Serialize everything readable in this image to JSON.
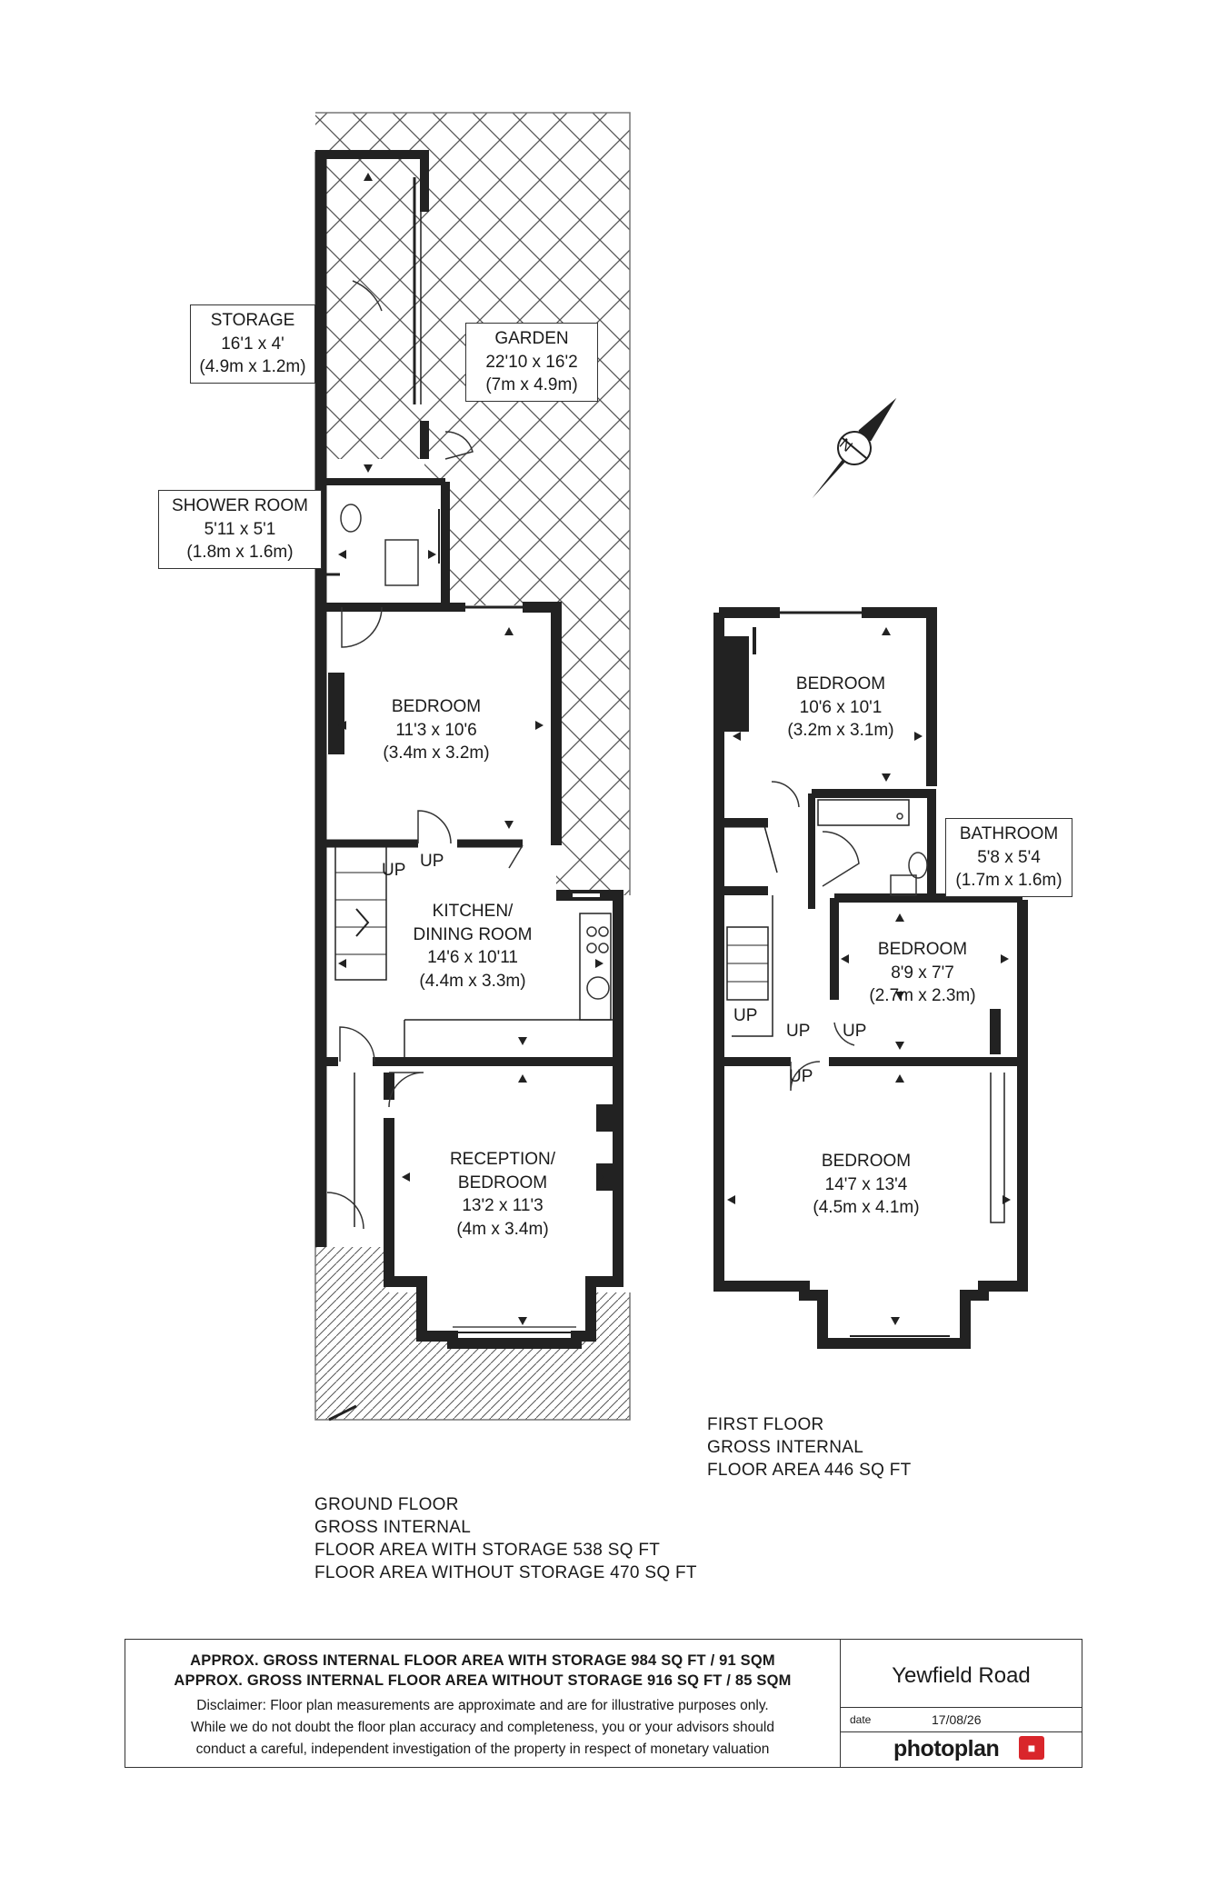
{
  "rooms": {
    "storage": {
      "name": "STORAGE",
      "imperial": "16'1 x 4'",
      "metric": "(4.9m x 1.2m)"
    },
    "garden": {
      "name": "GARDEN",
      "imperial": "22'10 x 16'2",
      "metric": "(7m x 4.9m)"
    },
    "shower_room": {
      "name": "SHOWER ROOM",
      "imperial": "5'11 x 5'1",
      "metric": "(1.8m x 1.6m)"
    },
    "gf_bedroom": {
      "name": "BEDROOM",
      "imperial": "11'3 x 10'6",
      "metric": "(3.4m x 3.2m)"
    },
    "kitchen": {
      "name_line1": "KITCHEN/",
      "name_line2": "DINING ROOM",
      "imperial": "14'6 x 10'11",
      "metric": "(4.4m x 3.3m)"
    },
    "reception": {
      "name_line1": "RECEPTION/",
      "name_line2": "BEDROOM",
      "imperial": "13'2 x 11'3",
      "metric": "(4m x 3.4m)"
    },
    "ff_bedroom_rear": {
      "name": "BEDROOM",
      "imperial": "10'6 x 10'1",
      "metric": "(3.2m x 3.1m)"
    },
    "bathroom": {
      "name": "BATHROOM",
      "imperial": "5'8 x 5'4",
      "metric": "(1.7m x 1.6m)"
    },
    "ff_bedroom_small": {
      "name": "BEDROOM",
      "imperial": "8'9 x 7'7",
      "metric": "(2.7m x 2.3m)"
    },
    "ff_bedroom_front": {
      "name": "BEDROOM",
      "imperial": "14'7 x 13'4",
      "metric": "(4.5m x 4.1m)"
    }
  },
  "stairs": {
    "up": "UP"
  },
  "compass": {
    "north": "N"
  },
  "ground_floor": {
    "line1": "GROUND FLOOR",
    "line2": "GROSS INTERNAL",
    "line3": "FLOOR AREA WITH STORAGE 538 SQ FT",
    "line4": "FLOOR AREA WITHOUT STORAGE 470 SQ FT"
  },
  "first_floor": {
    "line1": "FIRST FLOOR",
    "line2": "GROSS INTERNAL",
    "line3": "FLOOR AREA 446 SQ FT"
  },
  "footer": {
    "total_with_storage": "APPROX. GROSS INTERNAL FLOOR AREA WITH STORAGE 984 SQ FT / 91 SQM",
    "total_without_storage": "APPROX. GROSS INTERNAL FLOOR AREA WITHOUT STORAGE 916 SQ FT / 85 SQM",
    "disclaimer_1": "Disclaimer: Floor plan measurements are approximate and are for illustrative purposes only.",
    "disclaimer_2": "While we do not doubt the floor plan accuracy and completeness, you or your advisors should",
    "disclaimer_3": "conduct a careful, independent investigation of the property in respect of monetary valuation",
    "address": "Yewfield Road",
    "date_label": "date",
    "date_value": "17/08/26",
    "brand": "photoplan"
  }
}
